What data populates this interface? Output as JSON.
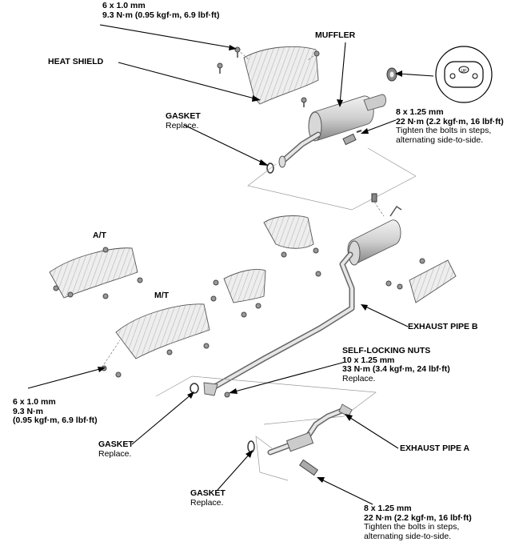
{
  "labels": {
    "top_bolt": {
      "size": "6 x 1.0 mm",
      "torque": "9.3 N·m (0.95 kgf·m, 6.9 lbf·ft)"
    },
    "muffler": "MUFFLER",
    "heat_shield": "HEAT SHIELD",
    "gasket_top": {
      "title": "GASKET",
      "note": "Replace."
    },
    "muffler_bolt": {
      "size": "8 x 1.25 mm",
      "torque": "22 N·m (2.2 kgf·m, 16 lbf·ft)",
      "note1": "Tighten the bolts in steps,",
      "note2": "alternating side-to-side."
    },
    "at": "A/T",
    "mt": "M/T",
    "exhaust_pipe_b": "EXHAUST PIPE B",
    "self_locking_nuts": {
      "title": "SELF-LOCKING NUTS",
      "size": "10 x 1.25 mm",
      "torque": "33 N·m (3.4 kgf·m, 24 lbf·ft)",
      "note": "Replace."
    },
    "left_bolt": {
      "size": "6 x 1.0 mm",
      "torque1": "9.3 N·m",
      "torque2": "(0.95 kgf·m, 6.9 lbf·ft)"
    },
    "gasket_mid": {
      "title": "GASKET",
      "note": "Replace."
    },
    "exhaust_pipe_a": "EXHAUST PIPE A",
    "gasket_bottom": {
      "title": "GASKET",
      "note": "Replace."
    },
    "bottom_bolt": {
      "size": "8 x 1.25 mm",
      "torque": "22 N·m (2.2 kgf·m, 16 lbf·ft)",
      "note1": "Tighten the bolts in steps,",
      "note2": "alternating side-to-side."
    },
    "hanger_mark": "UP"
  }
}
